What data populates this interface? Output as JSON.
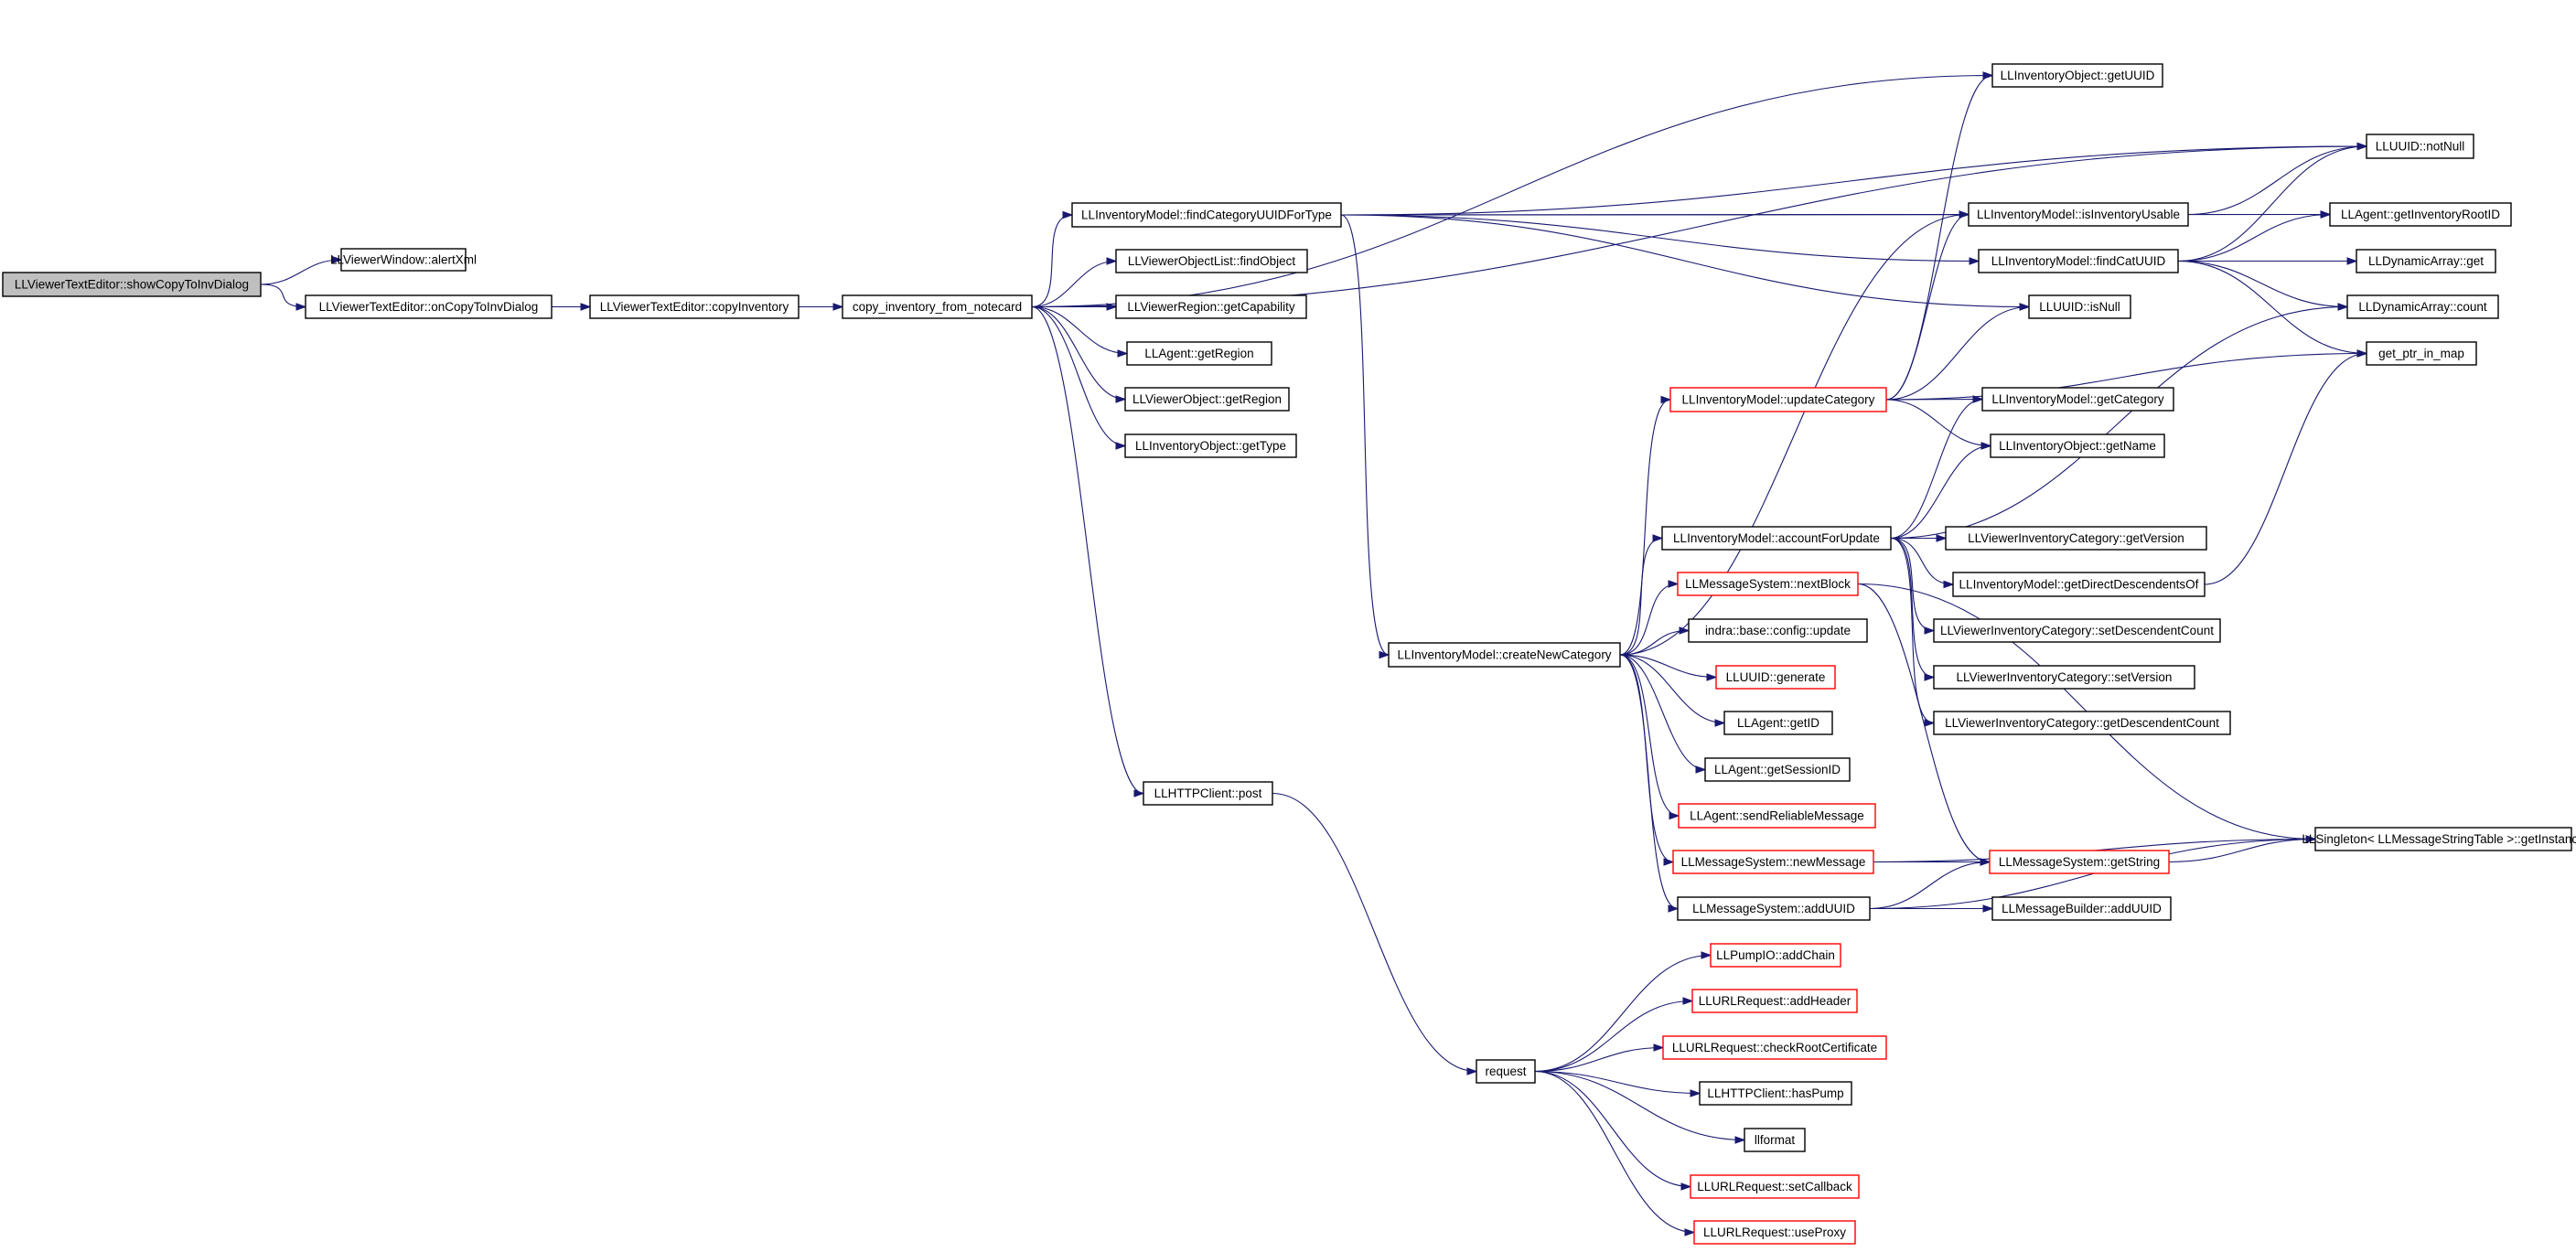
{
  "diagram": {
    "title": "",
    "colors": {
      "edge": "#191970",
      "root_fill": "#bfbfbf",
      "node_fill": "#ffffff",
      "node_border": "#000000",
      "truncated_border": "#ff0000"
    },
    "nodes": [
      {
        "id": "n0",
        "label": "LLViewerTextEditor::showCopyToInvDialog",
        "root": true
      },
      {
        "id": "n1",
        "label": "LLViewerWindow::alertXml"
      },
      {
        "id": "n2",
        "label": "LLViewerTextEditor::onCopyToInvDialog"
      },
      {
        "id": "n3",
        "label": "LLViewerTextEditor::copyInventory"
      },
      {
        "id": "n4",
        "label": "copy_inventory_from_notecard"
      },
      {
        "id": "n5",
        "label": "LLInventoryModel::findCategoryUUIDForType"
      },
      {
        "id": "n6",
        "label": "LLViewerObjectList::findObject"
      },
      {
        "id": "n7",
        "label": "LLViewerRegion::getCapability"
      },
      {
        "id": "n8",
        "label": "LLAgent::getRegion"
      },
      {
        "id": "n9",
        "label": "LLViewerObject::getRegion"
      },
      {
        "id": "n10",
        "label": "LLInventoryObject::getType"
      },
      {
        "id": "n11",
        "label": "LLHTTPClient::post"
      },
      {
        "id": "n12",
        "label": "LLInventoryModel::createNewCategory"
      },
      {
        "id": "n13",
        "label": "request"
      },
      {
        "id": "n14",
        "label": "LLInventoryModel::updateCategory",
        "truncated": true
      },
      {
        "id": "n15",
        "label": "LLInventoryModel::accountForUpdate"
      },
      {
        "id": "n16",
        "label": "LLMessageSystem::nextBlock",
        "truncated": true
      },
      {
        "id": "n17",
        "label": "indra::base::config::update"
      },
      {
        "id": "n18",
        "label": "LLUUID::generate",
        "truncated": true
      },
      {
        "id": "n19",
        "label": "LLAgent::getID"
      },
      {
        "id": "n20",
        "label": "LLAgent::getSessionID"
      },
      {
        "id": "n21",
        "label": "LLAgent::sendReliableMessage",
        "truncated": true
      },
      {
        "id": "n22",
        "label": "LLMessageSystem::newMessage",
        "truncated": true
      },
      {
        "id": "n23",
        "label": "LLMessageSystem::addUUID"
      },
      {
        "id": "n24",
        "label": "LLPumpIO::addChain",
        "truncated": true
      },
      {
        "id": "n25",
        "label": "LLURLRequest::addHeader",
        "truncated": true
      },
      {
        "id": "n26",
        "label": "LLURLRequest::checkRootCertificate",
        "truncated": true
      },
      {
        "id": "n27",
        "label": "LLHTTPClient::hasPump"
      },
      {
        "id": "n28",
        "label": "llformat"
      },
      {
        "id": "n29",
        "label": "LLURLRequest::setCallback",
        "truncated": true
      },
      {
        "id": "n30",
        "label": "LLURLRequest::useProxy",
        "truncated": true
      },
      {
        "id": "n31",
        "label": "LLInventoryObject::getUUID"
      },
      {
        "id": "n32",
        "label": "LLInventoryModel::isInventoryUsable"
      },
      {
        "id": "n33",
        "label": "LLInventoryModel::findCatUUID"
      },
      {
        "id": "n34",
        "label": "LLUUID::isNull"
      },
      {
        "id": "n35",
        "label": "LLInventoryModel::getCategory"
      },
      {
        "id": "n36",
        "label": "LLInventoryObject::getName"
      },
      {
        "id": "n37",
        "label": "LLViewerInventoryCategory::getVersion"
      },
      {
        "id": "n38",
        "label": "LLInventoryModel::getDirectDescendentsOf"
      },
      {
        "id": "n39",
        "label": "LLViewerInventoryCategory::setDescendentCount"
      },
      {
        "id": "n40",
        "label": "LLViewerInventoryCategory::setVersion"
      },
      {
        "id": "n41",
        "label": "LLViewerInventoryCategory::getDescendentCount"
      },
      {
        "id": "n42",
        "label": "LLMessageSystem::getString",
        "truncated": true
      },
      {
        "id": "n43",
        "label": "LLMessageBuilder::addUUID"
      },
      {
        "id": "n44",
        "label": "LLUUID::notNull"
      },
      {
        "id": "n45",
        "label": "LLAgent::getInventoryRootID"
      },
      {
        "id": "n46",
        "label": "LLDynamicArray::get"
      },
      {
        "id": "n47",
        "label": "LLDynamicArray::count"
      },
      {
        "id": "n48",
        "label": "get_ptr_in_map"
      },
      {
        "id": "n49",
        "label": "LLSingleton< LLMessageStringTable >::getInstance"
      }
    ],
    "edges": [
      [
        "n0",
        "n1"
      ],
      [
        "n0",
        "n2"
      ],
      [
        "n2",
        "n3"
      ],
      [
        "n3",
        "n4"
      ],
      [
        "n4",
        "n5"
      ],
      [
        "n4",
        "n6"
      ],
      [
        "n4",
        "n7"
      ],
      [
        "n4",
        "n8"
      ],
      [
        "n4",
        "n9"
      ],
      [
        "n4",
        "n10"
      ],
      [
        "n4",
        "n11"
      ],
      [
        "n4",
        "n31"
      ],
      [
        "n4",
        "n44"
      ],
      [
        "n5",
        "n12"
      ],
      [
        "n5",
        "n32"
      ],
      [
        "n5",
        "n33"
      ],
      [
        "n5",
        "n34"
      ],
      [
        "n5",
        "n44"
      ],
      [
        "n5",
        "n45"
      ],
      [
        "n11",
        "n13"
      ],
      [
        "n12",
        "n14"
      ],
      [
        "n12",
        "n15"
      ],
      [
        "n12",
        "n16"
      ],
      [
        "n12",
        "n17"
      ],
      [
        "n12",
        "n18"
      ],
      [
        "n12",
        "n19"
      ],
      [
        "n12",
        "n20"
      ],
      [
        "n12",
        "n21"
      ],
      [
        "n12",
        "n22"
      ],
      [
        "n12",
        "n23"
      ],
      [
        "n12",
        "n32"
      ],
      [
        "n13",
        "n24"
      ],
      [
        "n13",
        "n25"
      ],
      [
        "n13",
        "n26"
      ],
      [
        "n13",
        "n27"
      ],
      [
        "n13",
        "n28"
      ],
      [
        "n13",
        "n29"
      ],
      [
        "n13",
        "n30"
      ],
      [
        "n14",
        "n31"
      ],
      [
        "n14",
        "n32"
      ],
      [
        "n14",
        "n34"
      ],
      [
        "n14",
        "n35"
      ],
      [
        "n14",
        "n36"
      ],
      [
        "n14",
        "n48"
      ],
      [
        "n15",
        "n35"
      ],
      [
        "n15",
        "n36"
      ],
      [
        "n15",
        "n37"
      ],
      [
        "n15",
        "n38"
      ],
      [
        "n15",
        "n39"
      ],
      [
        "n15",
        "n40"
      ],
      [
        "n15",
        "n41"
      ],
      [
        "n15",
        "n47"
      ],
      [
        "n16",
        "n42"
      ],
      [
        "n16",
        "n49"
      ],
      [
        "n22",
        "n42"
      ],
      [
        "n22",
        "n49"
      ],
      [
        "n23",
        "n42"
      ],
      [
        "n23",
        "n43"
      ],
      [
        "n23",
        "n49"
      ],
      [
        "n32",
        "n44"
      ],
      [
        "n32",
        "n45"
      ],
      [
        "n33",
        "n44"
      ],
      [
        "n33",
        "n45"
      ],
      [
        "n33",
        "n46"
      ],
      [
        "n33",
        "n47"
      ],
      [
        "n33",
        "n48"
      ],
      [
        "n38",
        "n48"
      ],
      [
        "n42",
        "n49"
      ]
    ]
  }
}
